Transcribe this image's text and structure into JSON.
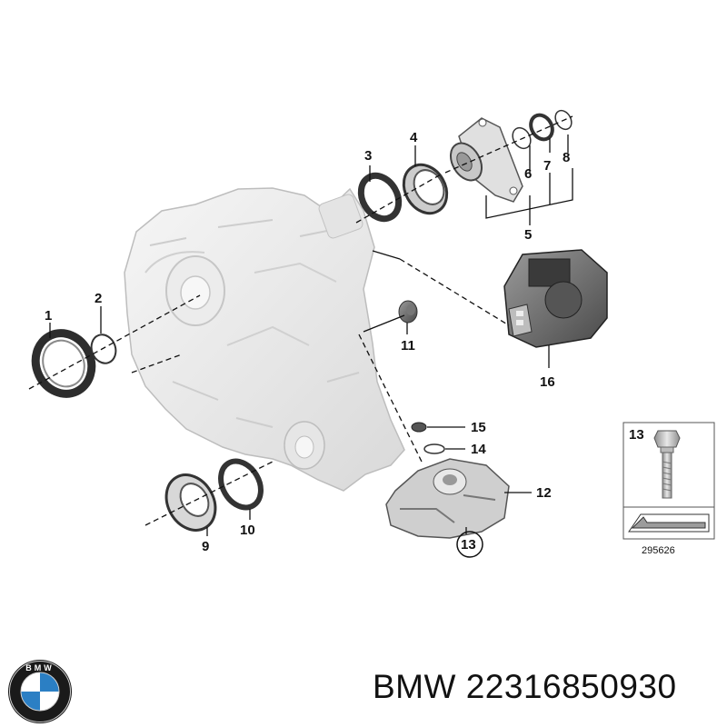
{
  "callouts": {
    "c1": "1",
    "c2": "2",
    "c3": "3",
    "c4": "4",
    "c5": "5",
    "c6": "6",
    "c7": "7",
    "c8": "8",
    "c9": "9",
    "c10": "10",
    "c11": "11",
    "c12": "12",
    "c13": "13",
    "c14": "14",
    "c15": "15",
    "c16": "16"
  },
  "bolt_box": {
    "label": "13",
    "ref_number": "295626"
  },
  "logo": {
    "text": "BMW",
    "icon": "bmw-roundel-icon",
    "colors": {
      "ring": "#1a1a1a",
      "blue": "#2b7fc4",
      "white": "#ffffff"
    }
  },
  "caption": {
    "brand": "BMW",
    "part_number": "22316850930"
  }
}
